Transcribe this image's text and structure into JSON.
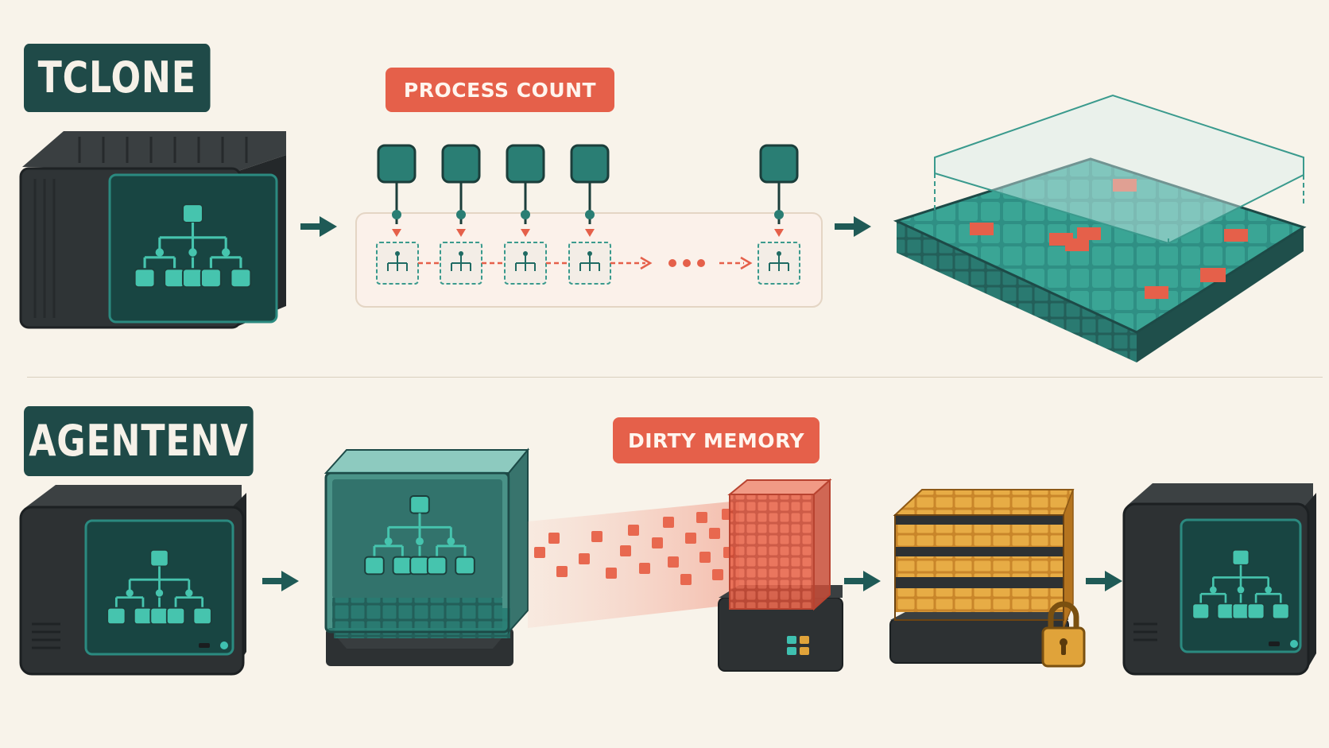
{
  "sections": {
    "top": {
      "label": "TCLONE"
    },
    "bottom": {
      "label": "AGENTENV"
    }
  },
  "callouts": {
    "process_count": "PROCESS COUNT",
    "dirty_memory": "DIRTY MEMORY"
  },
  "colors": {
    "background": "#f8f3ea",
    "teal": "#2f8f84",
    "dark_teal": "#1f4a48",
    "accent_red": "#e5604a",
    "gold": "#e0a33a",
    "device_dark": "#2d3133"
  },
  "icons": {
    "tree": "process-tree-icon",
    "lock": "padlock-icon",
    "arrow": "flow-arrow-icon"
  }
}
